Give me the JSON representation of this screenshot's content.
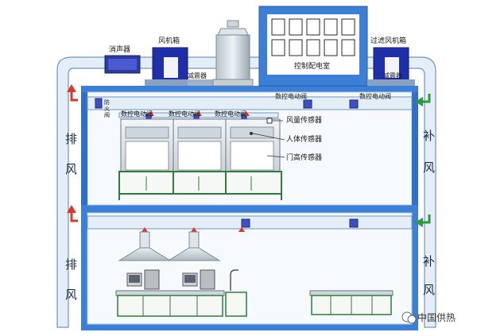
{
  "labels": {
    "muffler": "消声器",
    "fan_box": "风机箱",
    "control_room": "控制配电室",
    "filter_fan_box": "过滤风机箱",
    "damper_left": "减震器",
    "damper_right": "减震器",
    "valve_top_a": "数控电动阀",
    "valve_top_b": "数控电动阀",
    "valve_hood_1": "数控电动阀",
    "valve_hood_2": "数控电动阀",
    "valve_hood_3": "数控电动阀",
    "fire_damper": "防火阀",
    "airflow_sensor": "风量传感器",
    "body_sensor": "人体传感器",
    "door_height_sensor": "门高传感器"
  },
  "side_text": {
    "exhaust": [
      "排",
      "风"
    ],
    "supply": [
      "补",
      "风"
    ]
  },
  "watermark": "中国供热",
  "colors": {
    "duct_fill": "#e4eef7",
    "duct_stroke": "#6f96c4",
    "floor_blue": "#3b7fd6",
    "floor_light": "#a9c9ee",
    "fan_box": "#1f2fa8",
    "cabinet_green": "#2f7d3a",
    "exhaust_arrow": "#d63a2b",
    "supply_arrow": "#2f9a3c"
  }
}
